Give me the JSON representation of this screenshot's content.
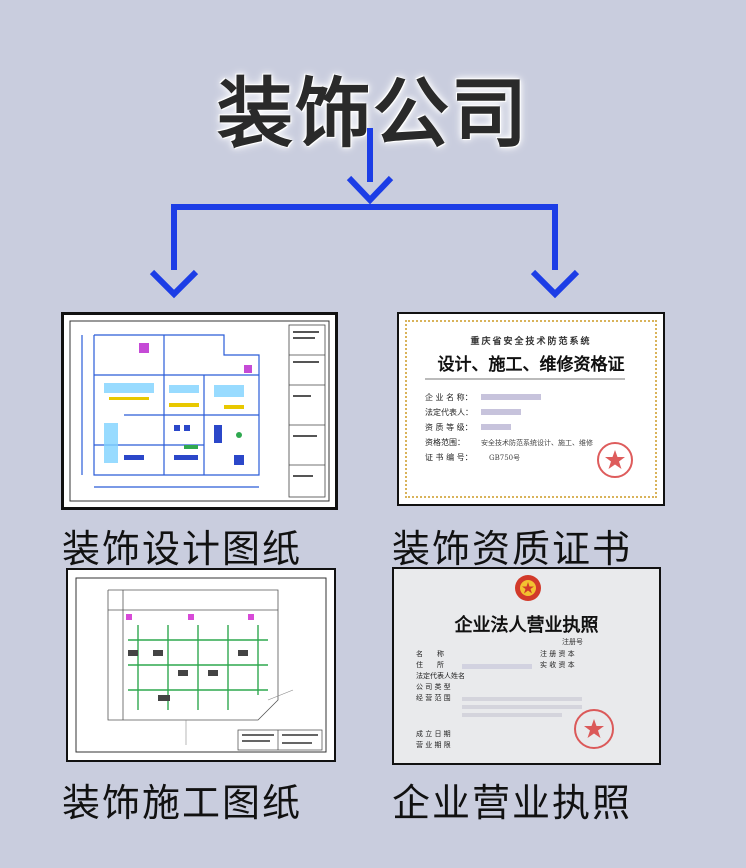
{
  "title": "装饰公司",
  "colors": {
    "background": "#c9cdde",
    "arrow": "#1c3de6",
    "plan_line": "#2a5cd8"
  },
  "items": [
    {
      "label": "装饰设计图纸",
      "image": "design-drawing"
    },
    {
      "label": "装饰资质证书",
      "image": "qualification-certificate"
    },
    {
      "label": "装饰施工图纸",
      "image": "construction-drawing"
    },
    {
      "label": "企业营业执照",
      "image": "business-license"
    }
  ],
  "certificate": {
    "header": "重庆省安全技术防范系统",
    "title": "设计、施工、维修资格证",
    "rows": [
      "企 业 名 称：",
      "法定代表人：",
      "资 质 等 级：",
      "资格范围：",
      "证 书 编 号："
    ],
    "range_value": "安全技术防范系统设计、施工、维修",
    "number_value": "GB750号"
  },
  "license": {
    "title": "企业法人营业执照",
    "reg_label": "注册号",
    "left_rows": [
      "名　　称",
      "住　　所",
      "法定代表人姓名",
      "公 司 类 型",
      "经 营 范 围"
    ],
    "right_rows": [
      "注 册 资 本",
      "实 收 资 本"
    ],
    "bottom_rows": [
      "成 立 日 期",
      "营 业 期 限"
    ]
  }
}
